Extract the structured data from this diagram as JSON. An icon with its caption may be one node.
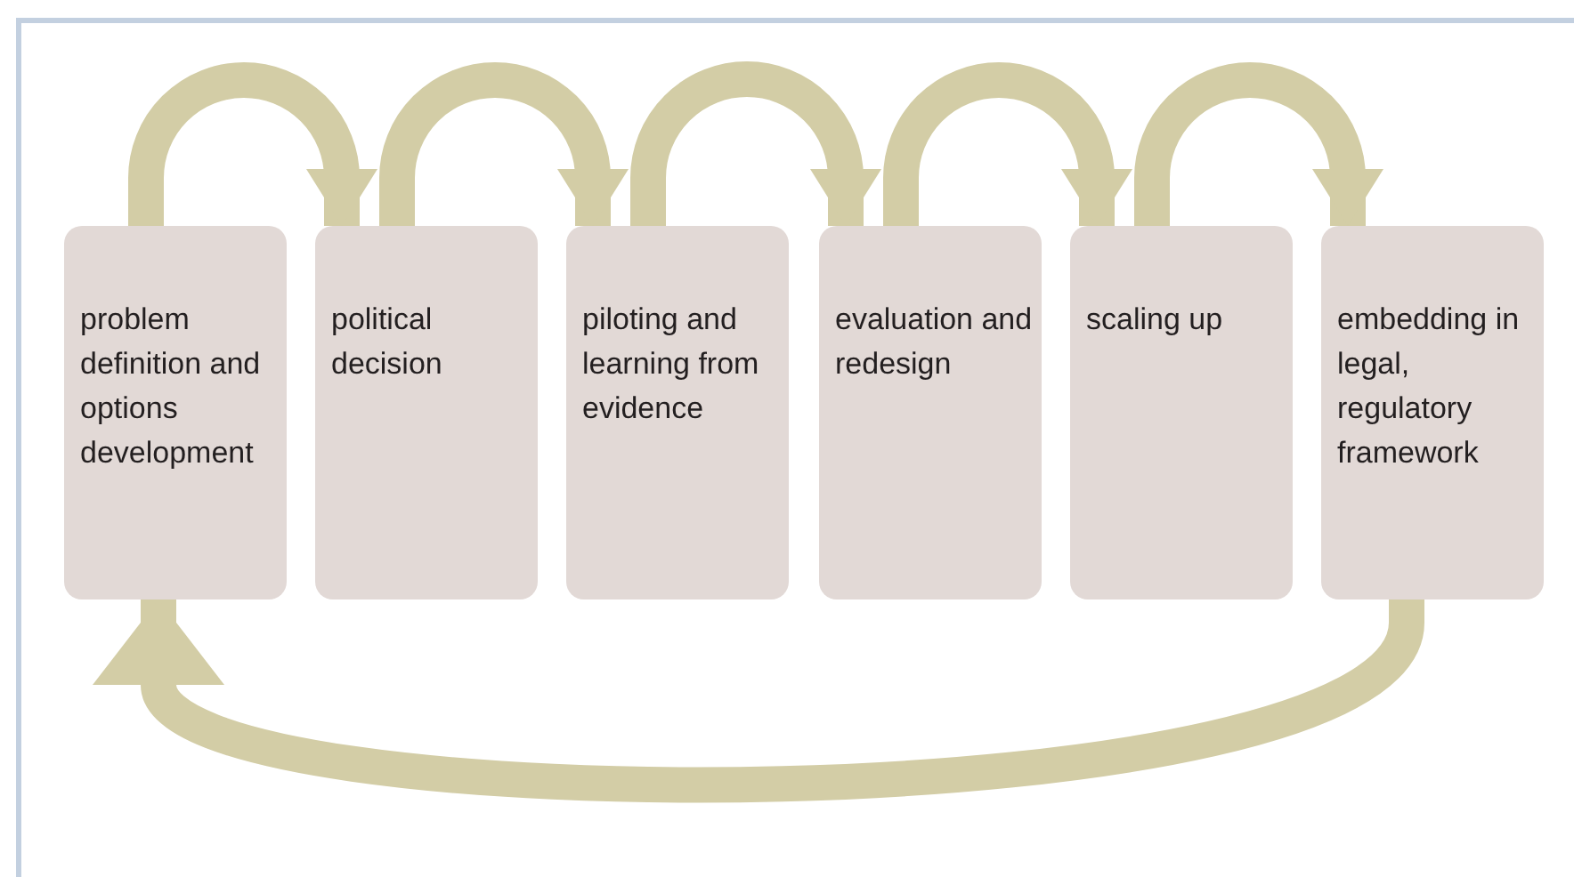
{
  "diagram": {
    "nodes": [
      {
        "text": [
          "problem definition and options development"
        ]
      },
      {
        "text": [
          "political decision"
        ]
      },
      {
        "text": [
          "piloting and learning from evidence"
        ]
      },
      {
        "text": [
          "evaluation and redesign"
        ]
      },
      {
        "text": [
          "scaling up"
        ]
      },
      {
        "text": [
          "embedding in legal, regulatory framework"
        ]
      }
    ],
    "edges": [
      {
        "from": 0,
        "to": 1,
        "arrow": "to"
      },
      {
        "from": 1,
        "to": 2,
        "arrow": "to"
      },
      {
        "from": 2,
        "to": 3,
        "arrow": "to"
      },
      {
        "from": 3,
        "to": 4,
        "arrow": "to"
      },
      {
        "from": 4,
        "to": 5,
        "arrow": "to"
      },
      {
        "from": 5,
        "to": 0,
        "arrow": "to"
      }
    ]
  }
}
